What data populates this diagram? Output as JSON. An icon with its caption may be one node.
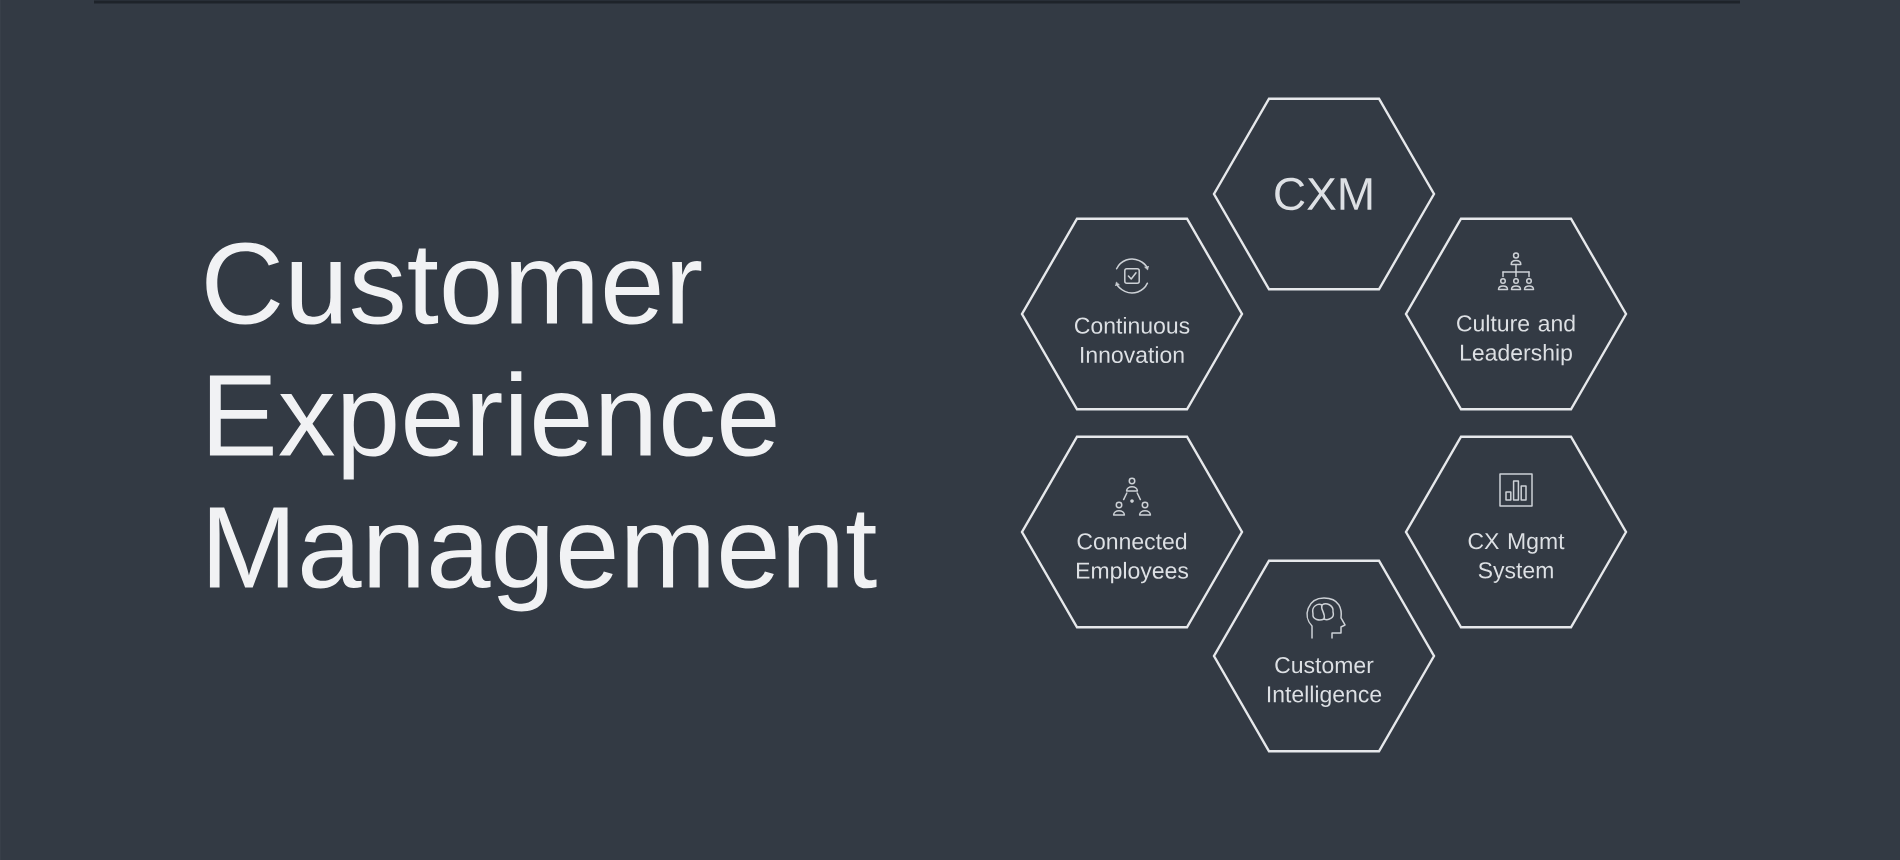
{
  "diagram": {
    "title": "Customer Experience Management",
    "nodes": [
      {
        "text": [
          "CXM"
        ]
      },
      {
        "text": [
          "Continuous Innovation"
        ]
      },
      {
        "text": [
          "Culture and Leadership"
        ]
      },
      {
        "text": [
          "Connected Employees"
        ]
      },
      {
        "text": [
          "CX Mgmt System"
        ]
      },
      {
        "text": [
          "Customer Intelligence"
        ]
      }
    ]
  }
}
